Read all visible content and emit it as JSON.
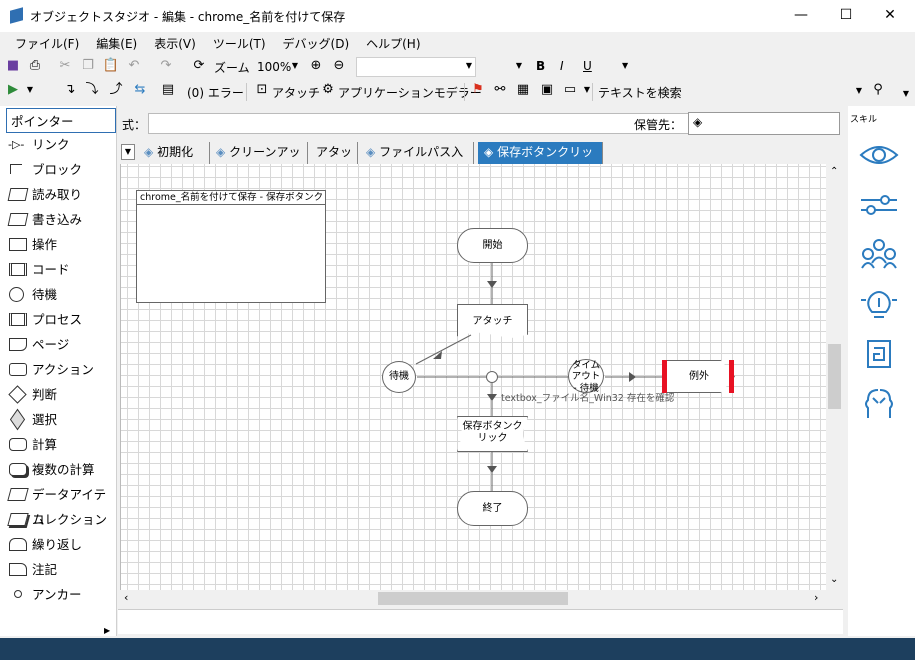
{
  "window": {
    "title": "オブジェクトスタジオ  - 編集 - chrome_名前を付けて保存",
    "minimize": "—",
    "maximize": "☐",
    "close": "✕"
  },
  "menu": [
    "ファイル(F)",
    "編集(E)",
    "表示(V)",
    "ツール(T)",
    "デバッグ(D)",
    "ヘルプ(H)"
  ],
  "toolbar1": {
    "zoom_label": "ズーム",
    "zoom_value": "100%",
    "bold": "B",
    "italic": "I",
    "underline": "U"
  },
  "toolbar2": {
    "errors": "(0) エラー",
    "attach": "アタッチ",
    "app_modeler": "アプリケーションモデラー",
    "search_placeholder": "テキストを検索"
  },
  "toolbox": {
    "items": [
      "ポインター",
      "リンク",
      "ブロック",
      "読み取り",
      "書き込み",
      "操作",
      "コード",
      "待機",
      "プロセス",
      "ページ",
      "アクション",
      "判断",
      "選択",
      "計算",
      "複数の計算",
      "データアイテム",
      "コレクション",
      "繰り返し",
      "注記",
      "アンカー"
    ]
  },
  "formula": {
    "label": "式：",
    "store_label": "保管先："
  },
  "tabs": [
    "初期化",
    "クリーンアップ",
    "アタッチ",
    "ファイルパス入力",
    "保存ボタンクリック"
  ],
  "canvas": {
    "block_title": "chrome_名前を付けて保存 - 保存ボタンク",
    "start": "開始",
    "attach": "アタッチ",
    "wait": "待機",
    "timeout": "タイムアウト - 待機",
    "exception": "例外",
    "condition": "textbox_ファイル名_Win32 存在を確認",
    "navigate": "保存ボタンクリック",
    "end": "終了"
  },
  "skills": {
    "label": "スキル",
    "icons": [
      "eye-icon",
      "slider-icon",
      "people-icon",
      "lightbulb-icon",
      "document-icon",
      "brain-icon"
    ]
  },
  "colors": {
    "accent": "#2b7bbf",
    "status_bar": "#1d3f5e",
    "exception_marker": "#e81123"
  }
}
